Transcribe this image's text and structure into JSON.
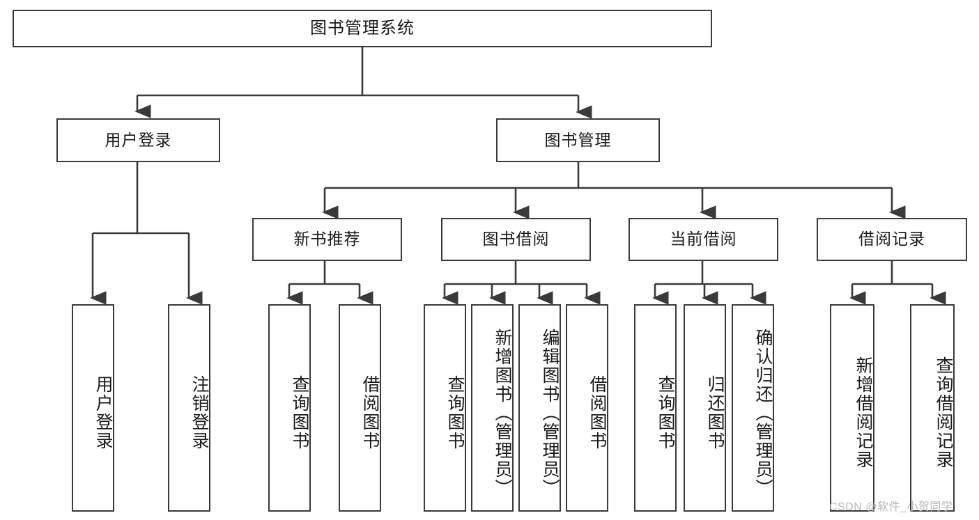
{
  "diagram": {
    "title": "图书管理系统",
    "type": "tree-hierarchy-chart",
    "watermark": "CSDN @软件_小贺同学",
    "colors": {
      "border": "#3a3a3a",
      "text": "#1a1a1a",
      "background": "#ffffff",
      "watermark": "#b8b8b8"
    },
    "root": {
      "label": "图书管理系统"
    },
    "level2": [
      {
        "label": "用户登录"
      },
      {
        "label": "图书管理"
      }
    ],
    "level3": [
      {
        "label": "新书推荐"
      },
      {
        "label": "图书借阅"
      },
      {
        "label": "当前借阅"
      },
      {
        "label": "借阅记录"
      }
    ],
    "leaves": {
      "user_login": [
        {
          "label": "用户登录"
        },
        {
          "label": "注销登录"
        }
      ],
      "new_book_recommend": [
        {
          "label": "查询图书"
        },
        {
          "label": "借阅图书"
        }
      ],
      "book_borrow": [
        {
          "label": "查询图书"
        },
        {
          "label": "新增图书（管理员）"
        },
        {
          "label": "编辑图书（管理员）"
        },
        {
          "label": "借阅图书"
        }
      ],
      "current_borrow": [
        {
          "label": "查询图书"
        },
        {
          "label": "归还图书"
        },
        {
          "label": "确认归还（管理员）"
        }
      ],
      "borrow_record": [
        {
          "label": "新增借阅记录"
        },
        {
          "label": "查询借阅记录"
        }
      ]
    }
  }
}
